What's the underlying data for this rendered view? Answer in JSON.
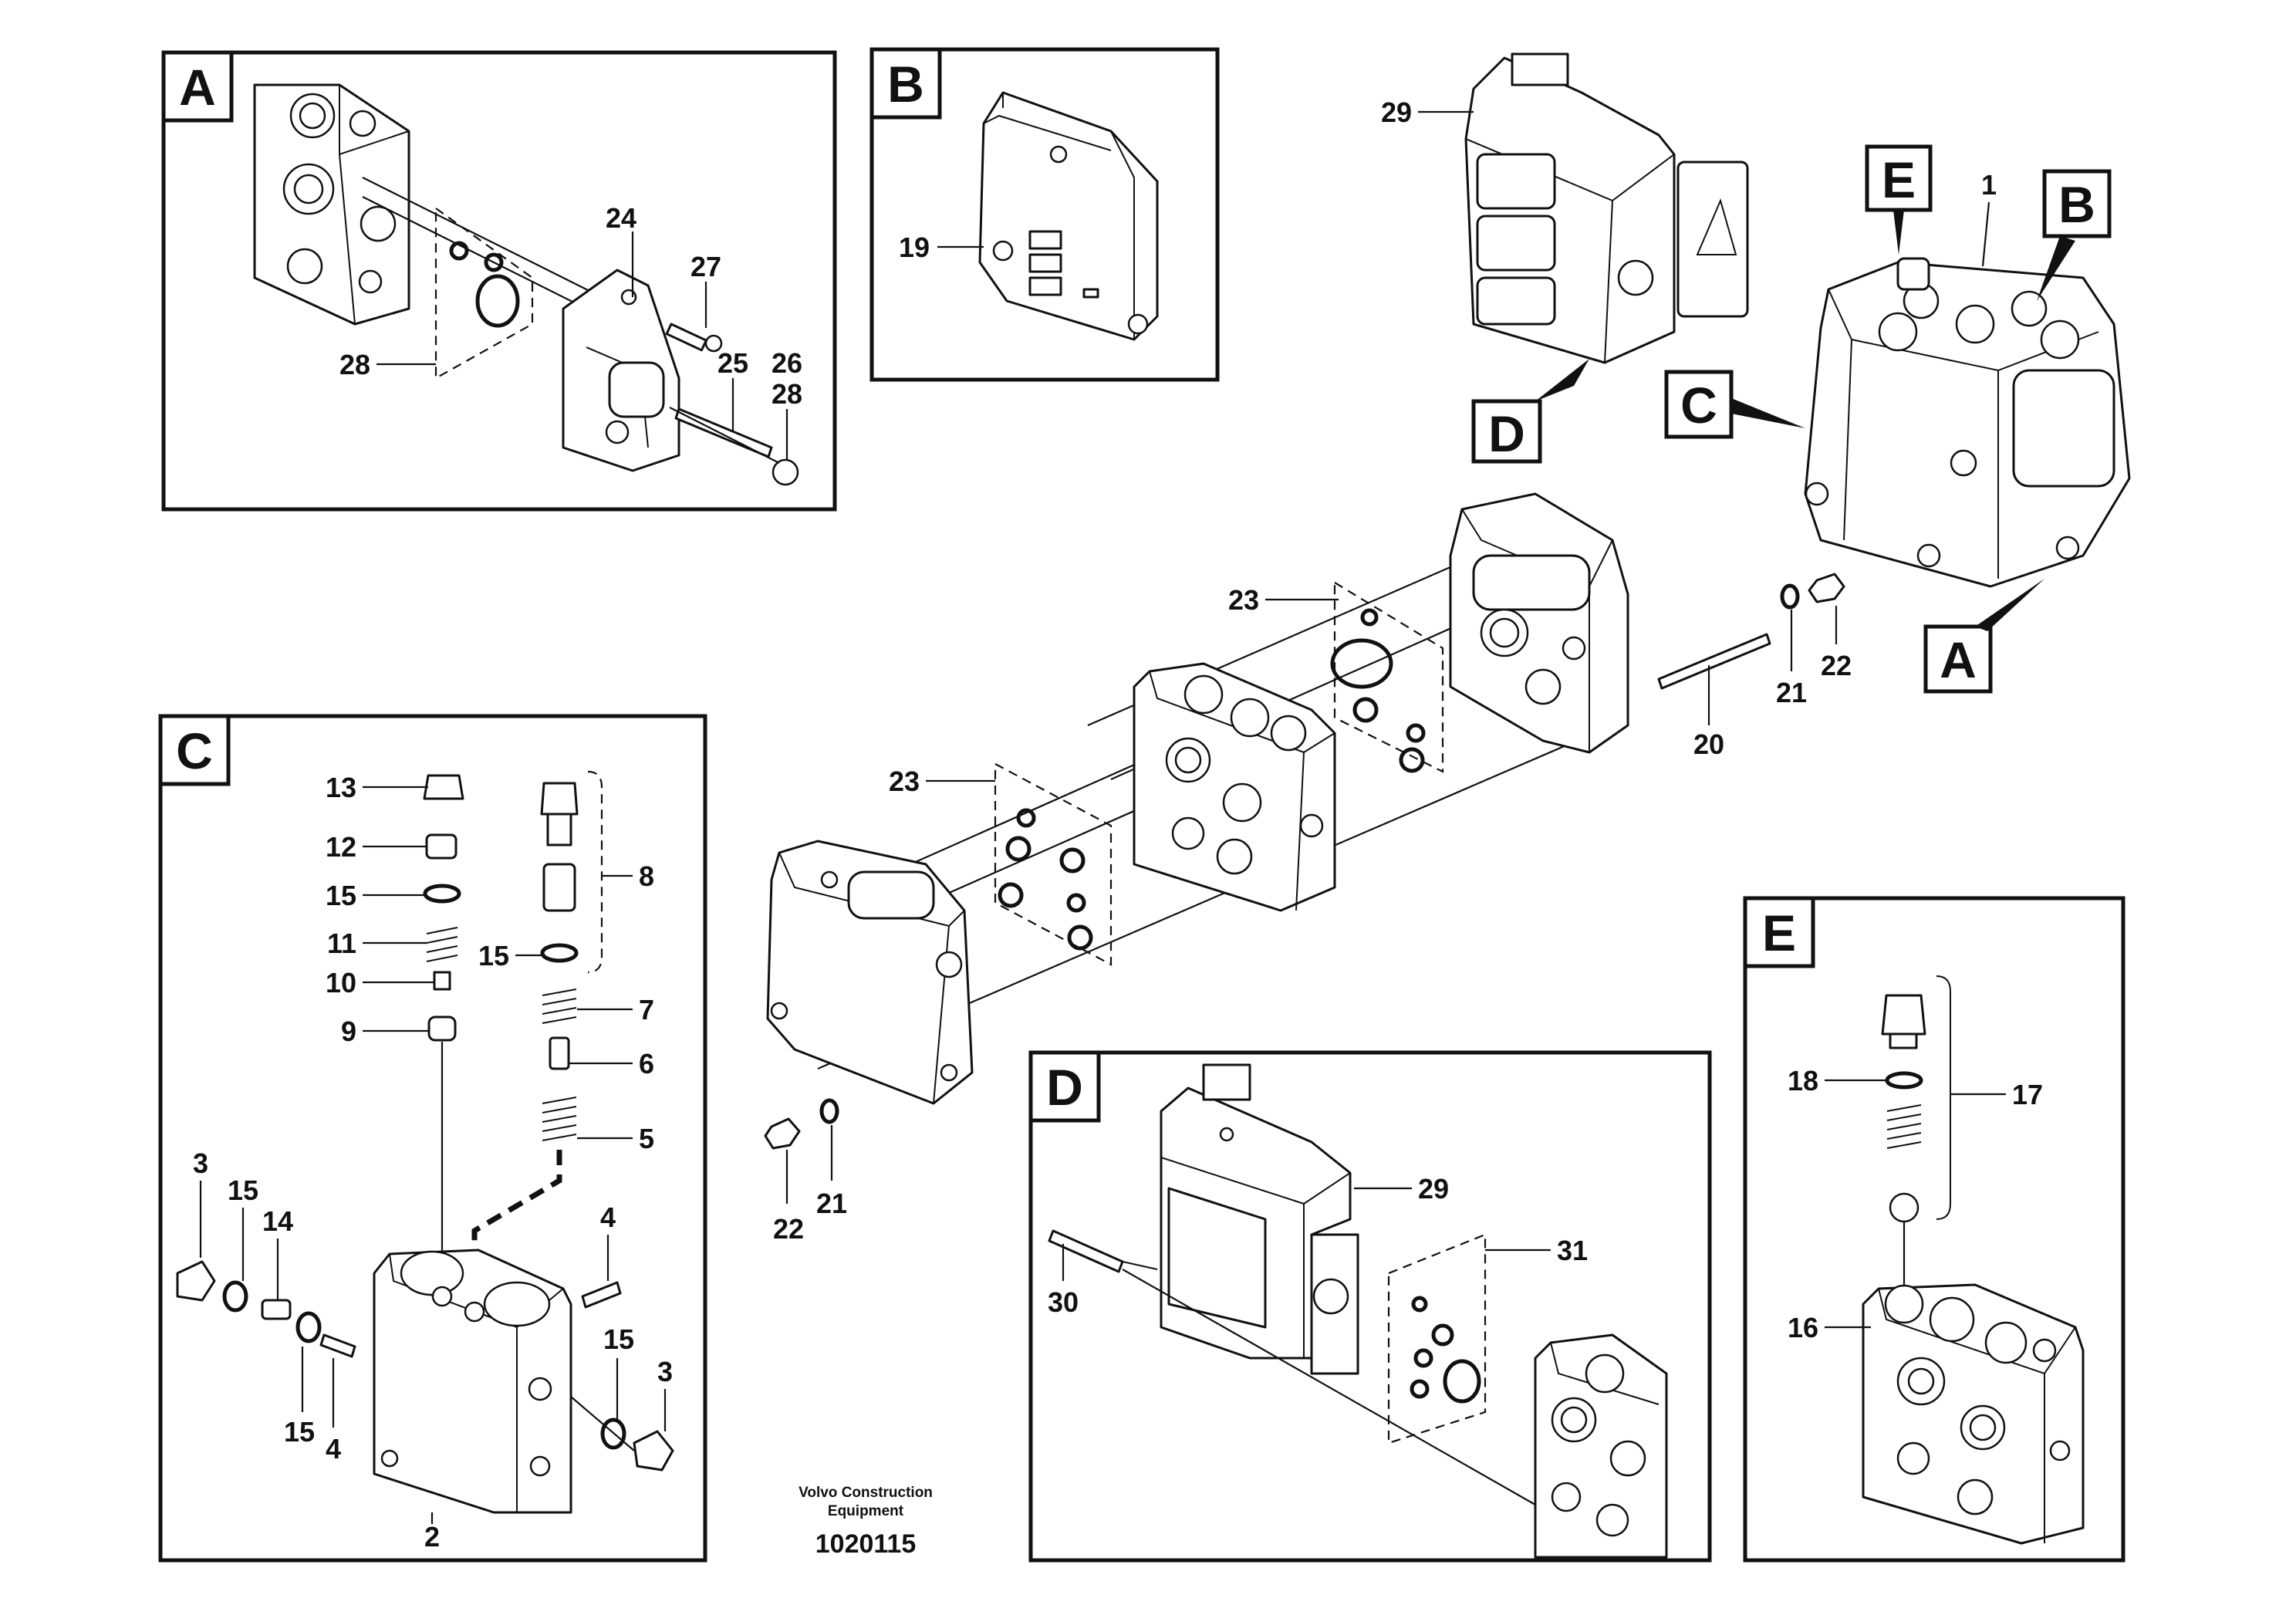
{
  "panels": {
    "A": {
      "tag": "A",
      "callouts": {
        "c24": "24",
        "c27": "27",
        "c28a": "28",
        "c25": "25",
        "c26": "26",
        "c28b": "28"
      }
    },
    "B": {
      "tag": "B",
      "callouts": {
        "c19": "19"
      }
    },
    "C": {
      "tag": "C",
      "callouts": {
        "c13": "13",
        "c12": "12",
        "c15a": "15",
        "c11": "11",
        "c10": "10",
        "c9": "9",
        "c8": "8",
        "c15b": "15",
        "c7": "7",
        "c6": "6",
        "c5": "5",
        "c3a": "3",
        "c15c": "15",
        "c14": "14",
        "c4a": "4",
        "c15d": "15",
        "c4b": "4",
        "c15e": "15",
        "c3b": "3",
        "c2": "2"
      }
    },
    "D": {
      "tag": "D",
      "callouts": {
        "c29": "29",
        "c31": "31",
        "c30": "30"
      }
    },
    "E": {
      "tag": "E",
      "callouts": {
        "c18": "18",
        "c17": "17",
        "c16": "16"
      }
    }
  },
  "overview": {
    "tags": {
      "E": "E",
      "B": "B",
      "C": "C",
      "A": "A",
      "D": "D"
    },
    "callouts": {
      "c1": "1",
      "c29": "29",
      "c23a": "23",
      "c23b": "23",
      "c20": "20",
      "c21a": "21",
      "c22a": "22",
      "c22b": "22",
      "c21b": "21"
    }
  },
  "caption": {
    "line1": "Volvo Construction",
    "line2": "Equipment",
    "number": "1020115"
  }
}
